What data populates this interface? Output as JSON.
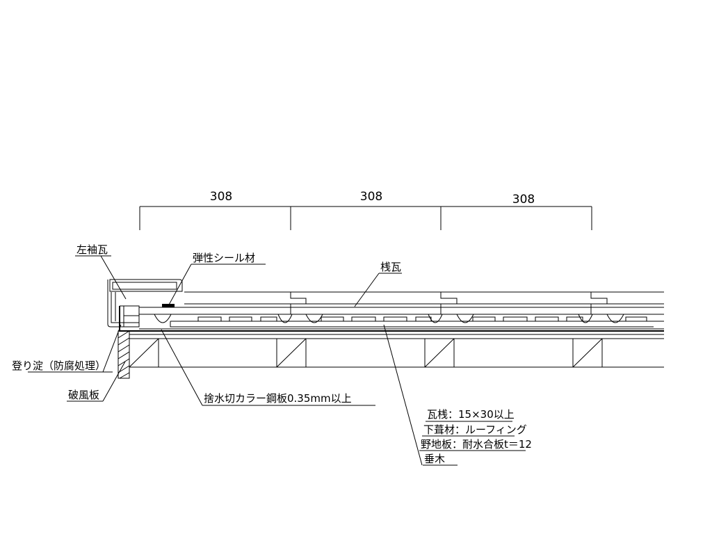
{
  "dimensions": [
    "308",
    "308",
    "308"
  ],
  "labels": {
    "left_sleeve_tile": "左袖瓦",
    "elastic_sealant": "弾性シール材",
    "pan_tile": "桟瓦",
    "verge_rafter": "登り淀（防腐処理）",
    "barge_board": "破風板",
    "flashing": "捨水切カラー鋼板0.35mm以上",
    "tile_batten": "瓦桟：15×30以上",
    "underlay": "下葺材：ルーフィング",
    "sheathing": "野地板：耐水合板t＝12",
    "rafter": "垂木"
  }
}
